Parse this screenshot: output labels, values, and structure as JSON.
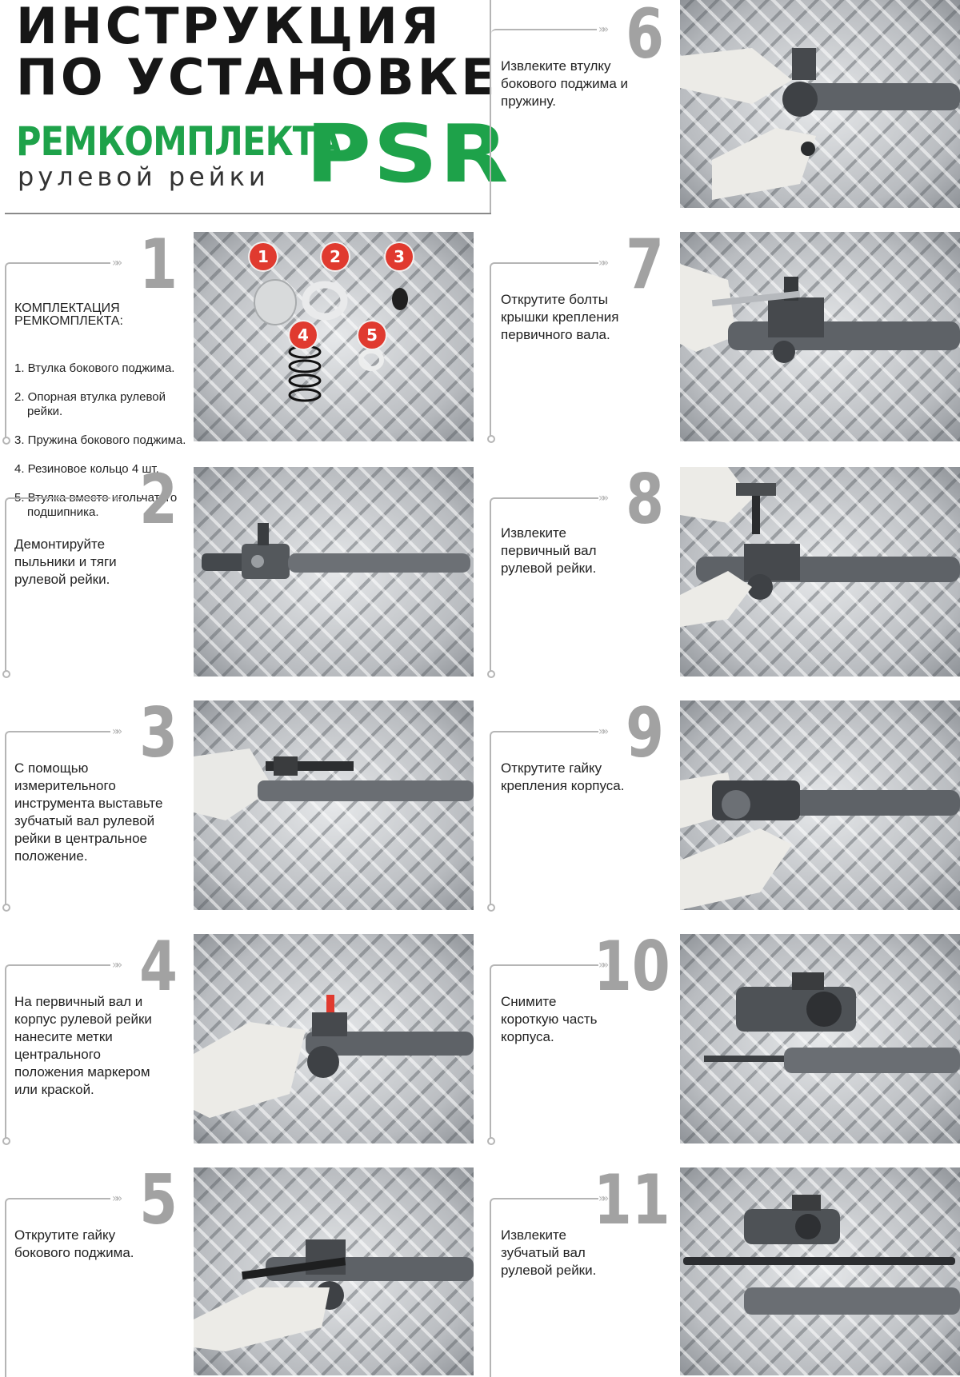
{
  "header": {
    "title_line1": "ИНСТРУКЦИЯ",
    "title_line2": "ПО УСТАНОВКЕ",
    "kit_line": "РЕМКОМПЛЕКТА",
    "sub_line": "рулевой рейки",
    "logo": "PSR",
    "colors": {
      "brand_green": "#1ea24a",
      "badge_red": "#e03a2f",
      "number_gray": "#a2a2a2"
    }
  },
  "kit": {
    "heading": "КОМПЛЕКТАЦИЯ\nРЕМКОМПЛЕКТА:",
    "items": [
      "1. Втулка бокового поджима.",
      "2. Опорная втулка рулевой рейки.",
      "3. Пружина бокового поджима.",
      "4. Резиновое кольцо 4 шт.",
      "5. Втулка вместо игольчатого подшипника."
    ],
    "badges": [
      "1",
      "2",
      "3",
      "4",
      "5"
    ]
  },
  "steps": [
    {
      "number": "1",
      "text": ""
    },
    {
      "number": "2",
      "text": "Демонтируйте\nпыльники и тяги\nрулевой рейки."
    },
    {
      "number": "3",
      "text": "С помощью\nизмерительного\nинструмента выставьте\nзубчатый вал рулевой\nрейки в центральное\nположение."
    },
    {
      "number": "4",
      "text": "На первичный вал и\nкорпус рулевой рейки\nнанесите метки\nцентрального\nположения маркером\nили краской."
    },
    {
      "number": "5",
      "text": "Открутите гайку\nбокового поджима."
    },
    {
      "number": "6",
      "text": "Извлеките втулку\nбокового поджима и\nпружину."
    },
    {
      "number": "7",
      "text": "Открутите болты\nкрышки крепления\nпервичного вала."
    },
    {
      "number": "8",
      "text": "Извлеките\nпервичный вал\nрулевой рейки."
    },
    {
      "number": "9",
      "text": "Открутите гайку\nкрепления корпуса."
    },
    {
      "number": "10",
      "text": "Снимите\nкороткую часть\nкорпуса."
    },
    {
      "number": "11",
      "text": "Извлеките\nзубчатый вал\nрулевой рейки."
    }
  ]
}
